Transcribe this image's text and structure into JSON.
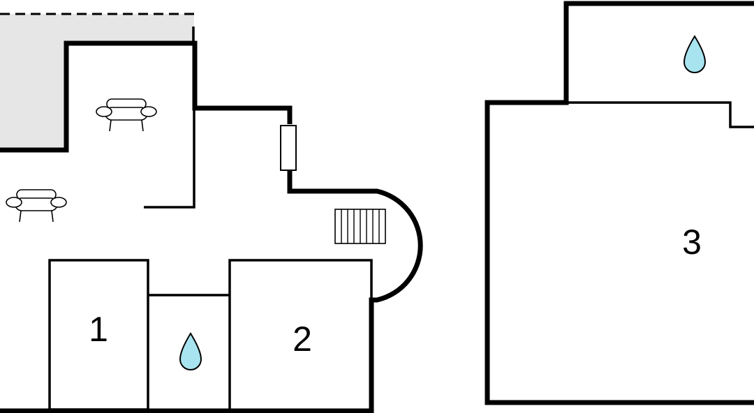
{
  "floorplan": {
    "rooms": [
      {
        "id": "room-1",
        "label": "1"
      },
      {
        "id": "room-2",
        "label": "2"
      },
      {
        "id": "room-3",
        "label": "3"
      }
    ],
    "icons": {
      "water_drop": "water-drop-icon",
      "armchair": "armchair-icon",
      "stairs": "stairs-icon",
      "door": "door-icon"
    },
    "colors": {
      "walls": "#000000",
      "water": "#a8e4f0",
      "terrace": "#e6e6e6",
      "background": "#ffffff"
    }
  }
}
